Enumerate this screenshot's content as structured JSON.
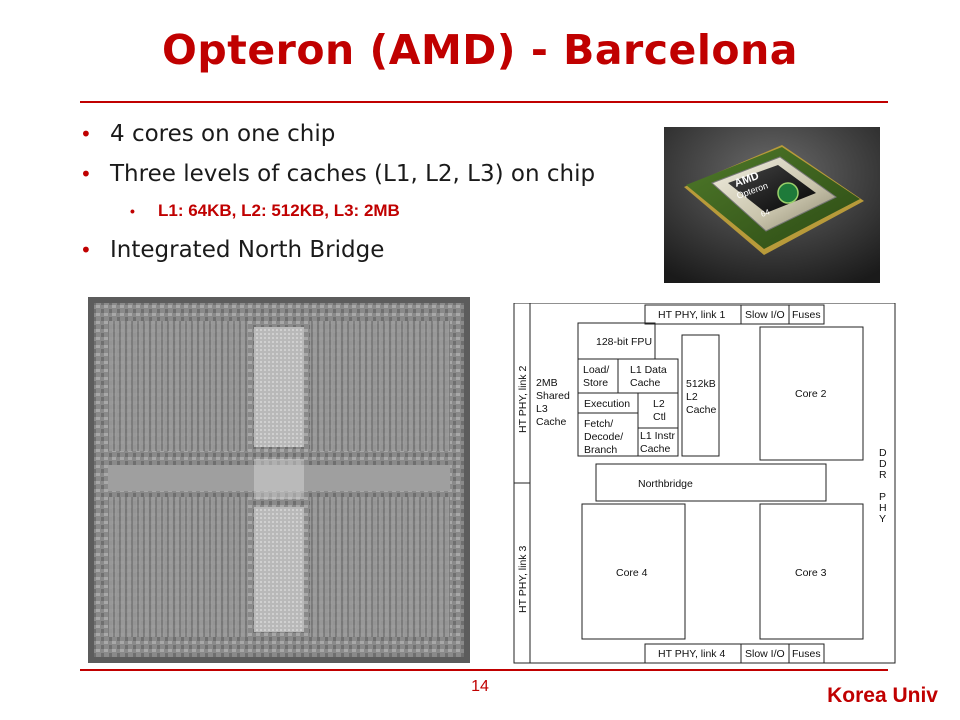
{
  "slide": {
    "title": "Opteron (AMD) - Barcelona",
    "page_number": "14",
    "footer": "Korea Univ"
  },
  "bullets": {
    "item1": "4 cores on one chip",
    "item2": "Three levels of caches (L1, L2, L3) on chip",
    "sub1": "L1: 64KB, L2: 512KB, L3: 2MB",
    "item3": "Integrated North Bridge"
  },
  "chip_photo": {
    "brand": "AMD",
    "product": "Opteron",
    "badge": "64"
  },
  "floorplan": {
    "ht_link1": "HT PHY, link 1",
    "ht_link2": "HT PHY, link 2",
    "ht_link3": "HT PHY, link 3",
    "ht_link4": "HT PHY, link 4",
    "slow_io_top": "Slow I/O",
    "fuses_top": "Fuses",
    "slow_io_bottom": "Slow I/O",
    "fuses_bottom": "Fuses",
    "l3_line1": "2MB",
    "l3_line2": "Shared",
    "l3_line3": "L3",
    "l3_line4": "Cache",
    "fpu": "128-bit FPU",
    "loadstore_1": "Load/",
    "loadstore_2": "Store",
    "l1data_1": "L1 Data",
    "l1data_2": "Cache",
    "execution": "Execution",
    "l2ctl_1": "L2",
    "l2ctl_2": "Ctl",
    "fetch_1": "Fetch/",
    "fetch_2": "Decode/",
    "fetch_3": "Branch",
    "l1instr_1": "L1 Instr",
    "l1instr_2": "Cache",
    "l2_1": "512kB",
    "l2_2": "L2",
    "l2_3": "Cache",
    "core1_label": "",
    "core2": "Core 2",
    "core3": "Core 3",
    "core4": "Core 4",
    "northbridge": "Northbridge",
    "ddr_phy": [
      "D",
      "D",
      "R",
      "",
      "P",
      "H",
      "Y"
    ]
  },
  "colors": {
    "accent": "#c00000",
    "text": "#1a1a1a"
  }
}
